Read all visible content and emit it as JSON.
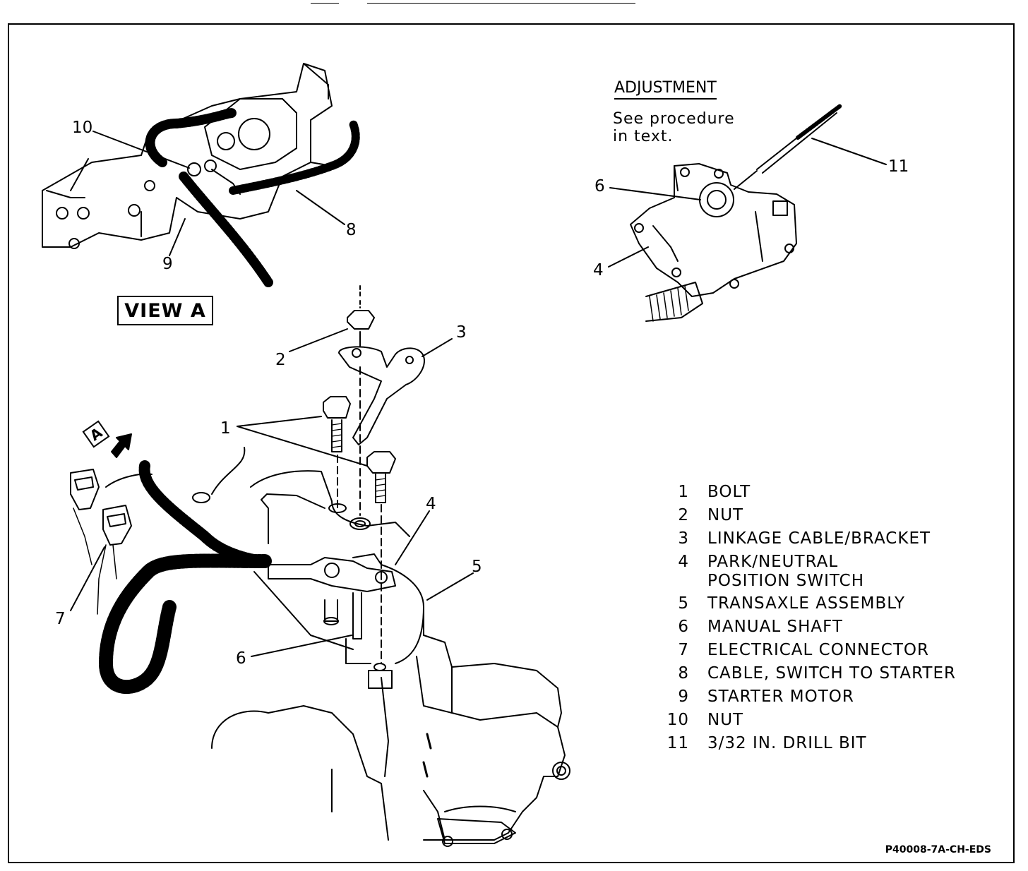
{
  "view_label": "VIEW A",
  "arrow_tag": "A",
  "adjustment": {
    "title": "ADJUSTMENT",
    "line1": "See procedure",
    "line2": "in text."
  },
  "callouts": {
    "c1": "1",
    "c2": "2",
    "c3": "3",
    "c4": "4",
    "c5": "5",
    "c6": "6",
    "c7": "7",
    "c8": "8",
    "c9": "9",
    "c10": "10",
    "c4b": "4",
    "c6b": "6",
    "c11": "11"
  },
  "legend": [
    {
      "num": "1",
      "label": "BOLT"
    },
    {
      "num": "2",
      "label": "NUT"
    },
    {
      "num": "3",
      "label": "LINKAGE CABLE/BRACKET"
    },
    {
      "num": "4",
      "label": "PARK/NEUTRAL\nPOSITION SWITCH"
    },
    {
      "num": "5",
      "label": "TRANSAXLE ASSEMBLY"
    },
    {
      "num": "6",
      "label": "MANUAL SHAFT"
    },
    {
      "num": "7",
      "label": "ELECTRICAL CONNECTOR"
    },
    {
      "num": "8",
      "label": "CABLE, SWITCH TO STARTER"
    },
    {
      "num": "9",
      "label": "STARTER MOTOR"
    },
    {
      "num": "10",
      "label": "NUT"
    },
    {
      "num": "11",
      "label": "3/32 IN. DRILL BIT"
    }
  ],
  "figure_id": "P40008-7A-CH-EDS"
}
